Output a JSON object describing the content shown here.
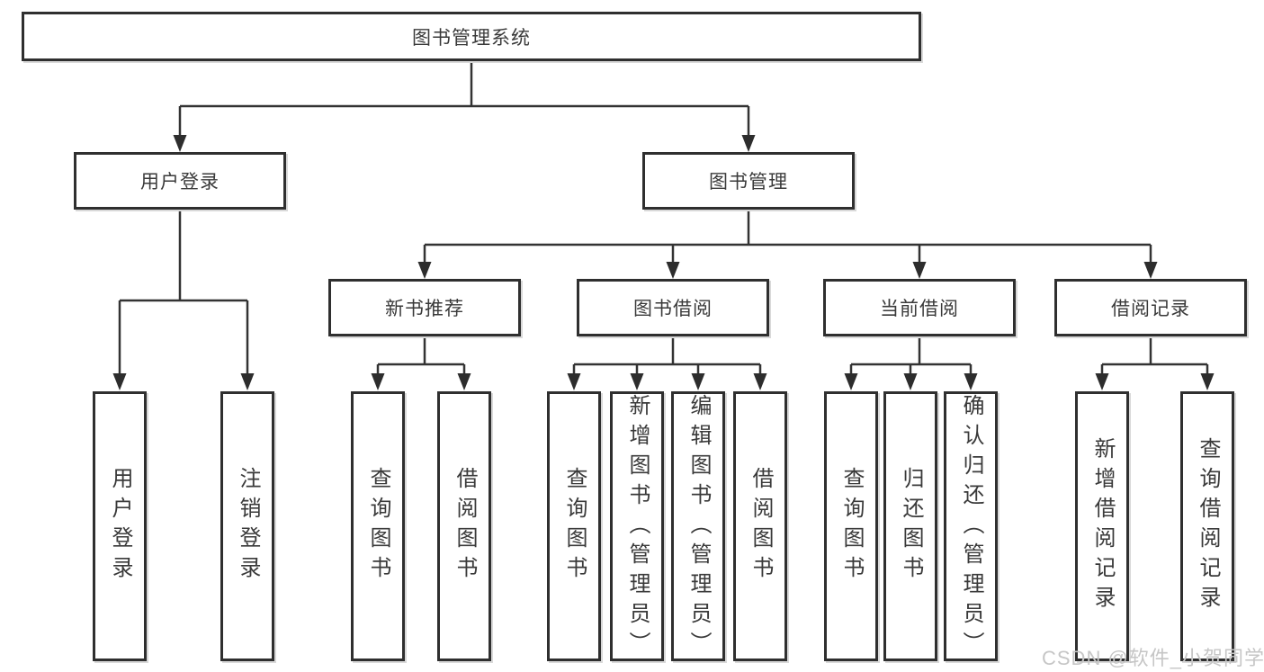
{
  "tree": {
    "label": "图书管理系统",
    "children": [
      {
        "label": "用户登录",
        "children": [
          {
            "label": "用户登录"
          },
          {
            "label": "注销登录"
          }
        ]
      },
      {
        "label": "图书管理",
        "children": [
          {
            "label": "新书推荐",
            "children": [
              {
                "label": "查询图书"
              },
              {
                "label": "借阅图书"
              }
            ]
          },
          {
            "label": "图书借阅",
            "children": [
              {
                "label": "查询图书"
              },
              {
                "label": "新增图书（管理员）"
              },
              {
                "label": "编辑图书（管理员）"
              },
              {
                "label": "借阅图书"
              }
            ]
          },
          {
            "label": "当前借阅",
            "children": [
              {
                "label": "查询图书"
              },
              {
                "label": "归还图书"
              },
              {
                "label": "确认归还（管理员）"
              }
            ]
          },
          {
            "label": "借阅记录",
            "children": [
              {
                "label": "新增借阅记录"
              },
              {
                "label": "查询借阅记录"
              }
            ]
          }
        ]
      }
    ]
  },
  "watermark": {
    "text": "CSDN @软件_小贺同学"
  },
  "colors": {
    "background": "#ffffff",
    "box_border": "#2f2f2f",
    "connector_line": "#333333",
    "text": "#3a3a3a",
    "watermark": "#c6c6c6"
  }
}
